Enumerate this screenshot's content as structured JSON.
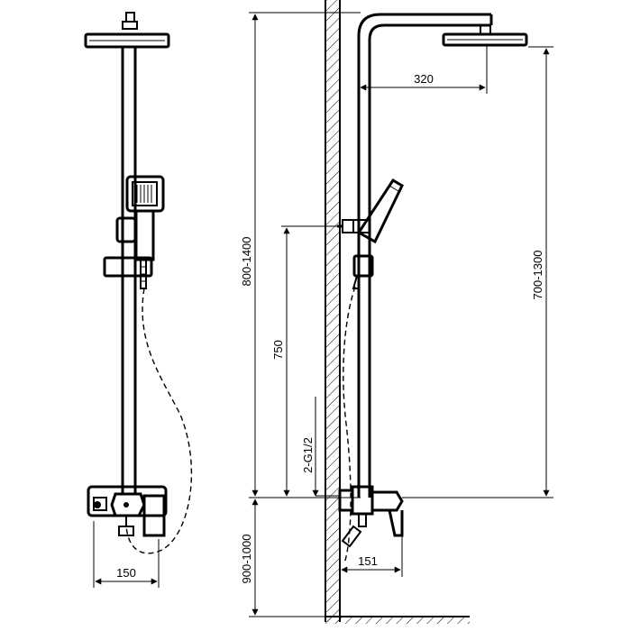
{
  "front_view": {
    "dim_mixer_width": "150"
  },
  "side_view": {
    "dim_arm_length": "320",
    "dim_total_height": "800-1400",
    "dim_head_height": "700-1300",
    "dim_mixer_height": "750",
    "dim_inlet": "2-G1/2",
    "dim_mixer_projection": "151",
    "dim_floor_height": "900-1000"
  },
  "colors": {
    "line": "#000000",
    "background": "#ffffff"
  }
}
